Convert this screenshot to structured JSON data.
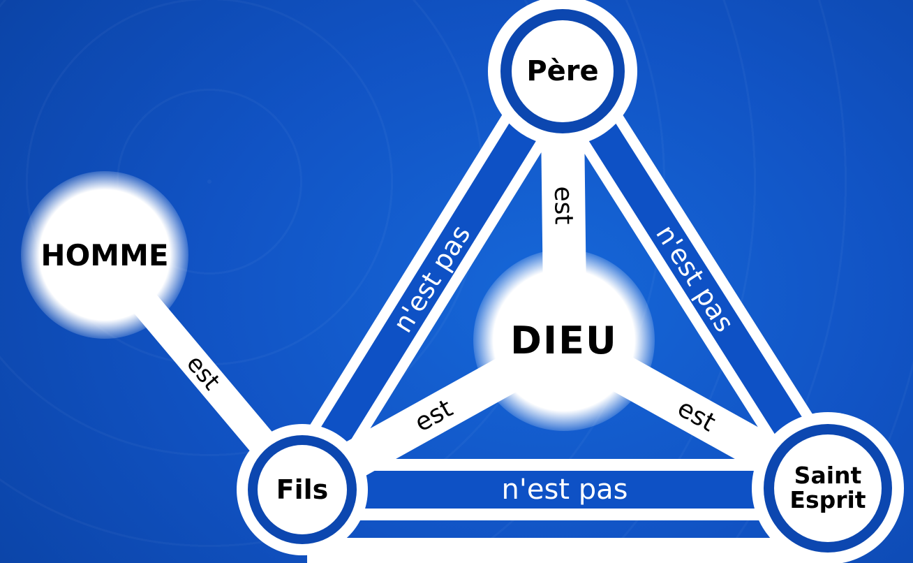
{
  "nodes": {
    "pere": {
      "label": "Père"
    },
    "fils": {
      "label": "Fils"
    },
    "saint_esprit": {
      "label": "Saint\nEsprit"
    },
    "dieu": {
      "label": "DIEU"
    },
    "homme": {
      "label": "HOMME"
    }
  },
  "edges": {
    "pere_dieu": {
      "label": "est"
    },
    "fils_dieu": {
      "label": "est"
    },
    "saint_esprit_dieu": {
      "label": "est"
    },
    "homme_fils": {
      "label": "est"
    },
    "pere_fils": {
      "label": "n'est pas"
    },
    "pere_saint_esprit": {
      "label": "n'est pas"
    },
    "fils_saint_esprit": {
      "label": "n'est pas"
    }
  },
  "colors": {
    "background_center": "#1667d8",
    "background_edge": "#093893",
    "edge_fill_blue": "#0e51c5",
    "band_white": "#ffffff",
    "ring_gap_blue": "#0c47b0",
    "text_dark": "#000000",
    "text_light": "#ffffff"
  }
}
